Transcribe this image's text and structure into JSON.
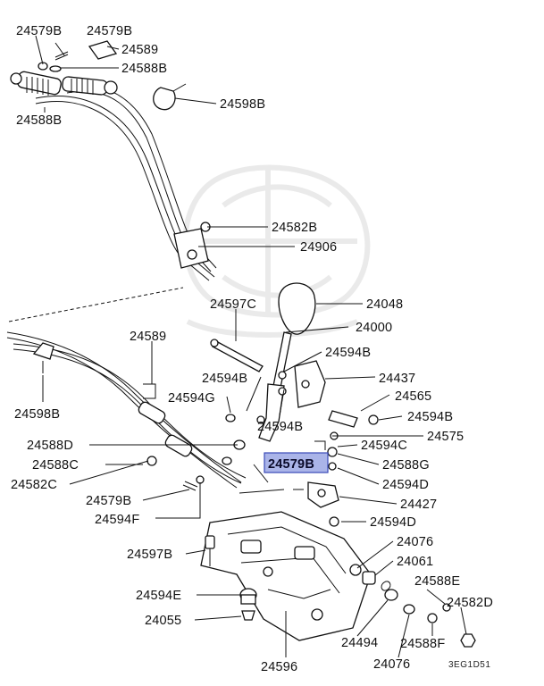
{
  "diagram": {
    "drawing_code": "3EG1D51",
    "highlighted_label": "24579B",
    "labels": [
      {
        "id": "l1",
        "text": "24579B"
      },
      {
        "id": "l2",
        "text": "24579B"
      },
      {
        "id": "l3",
        "text": "24589"
      },
      {
        "id": "l4",
        "text": "24588B"
      },
      {
        "id": "l5",
        "text": "24588B"
      },
      {
        "id": "l6",
        "text": "24598B"
      },
      {
        "id": "l7",
        "text": "24582B"
      },
      {
        "id": "l8",
        "text": "24906"
      },
      {
        "id": "l9",
        "text": "24048"
      },
      {
        "id": "l10",
        "text": "24597C"
      },
      {
        "id": "l11",
        "text": "24000"
      },
      {
        "id": "l12",
        "text": "24589"
      },
      {
        "id": "l13",
        "text": "24594B"
      },
      {
        "id": "l14",
        "text": "24594B"
      },
      {
        "id": "l15",
        "text": "24437"
      },
      {
        "id": "l16",
        "text": "24598B"
      },
      {
        "id": "l17",
        "text": "24594G"
      },
      {
        "id": "l18",
        "text": "24565"
      },
      {
        "id": "l19",
        "text": "24594B"
      },
      {
        "id": "l20",
        "text": "24594B"
      },
      {
        "id": "l21",
        "text": "24575"
      },
      {
        "id": "l22",
        "text": "24588D"
      },
      {
        "id": "l23",
        "text": "24594C"
      },
      {
        "id": "l24",
        "text": "24579B"
      },
      {
        "id": "l25",
        "text": "24588G"
      },
      {
        "id": "l26",
        "text": "24588C"
      },
      {
        "id": "l27",
        "text": "24594D"
      },
      {
        "id": "l28",
        "text": "24582C"
      },
      {
        "id": "l29",
        "text": "24427"
      },
      {
        "id": "l30",
        "text": "24579B"
      },
      {
        "id": "l31",
        "text": "24594F"
      },
      {
        "id": "l32",
        "text": "24594D"
      },
      {
        "id": "l33",
        "text": "24076"
      },
      {
        "id": "l34",
        "text": "24597B"
      },
      {
        "id": "l35",
        "text": "24061"
      },
      {
        "id": "l36",
        "text": "24588E"
      },
      {
        "id": "l37",
        "text": "24594E"
      },
      {
        "id": "l38",
        "text": "24582D"
      },
      {
        "id": "l39",
        "text": "24055"
      },
      {
        "id": "l40",
        "text": "24494"
      },
      {
        "id": "l41",
        "text": "24588F"
      },
      {
        "id": "l42",
        "text": "24596"
      },
      {
        "id": "l43",
        "text": "24076"
      }
    ]
  }
}
